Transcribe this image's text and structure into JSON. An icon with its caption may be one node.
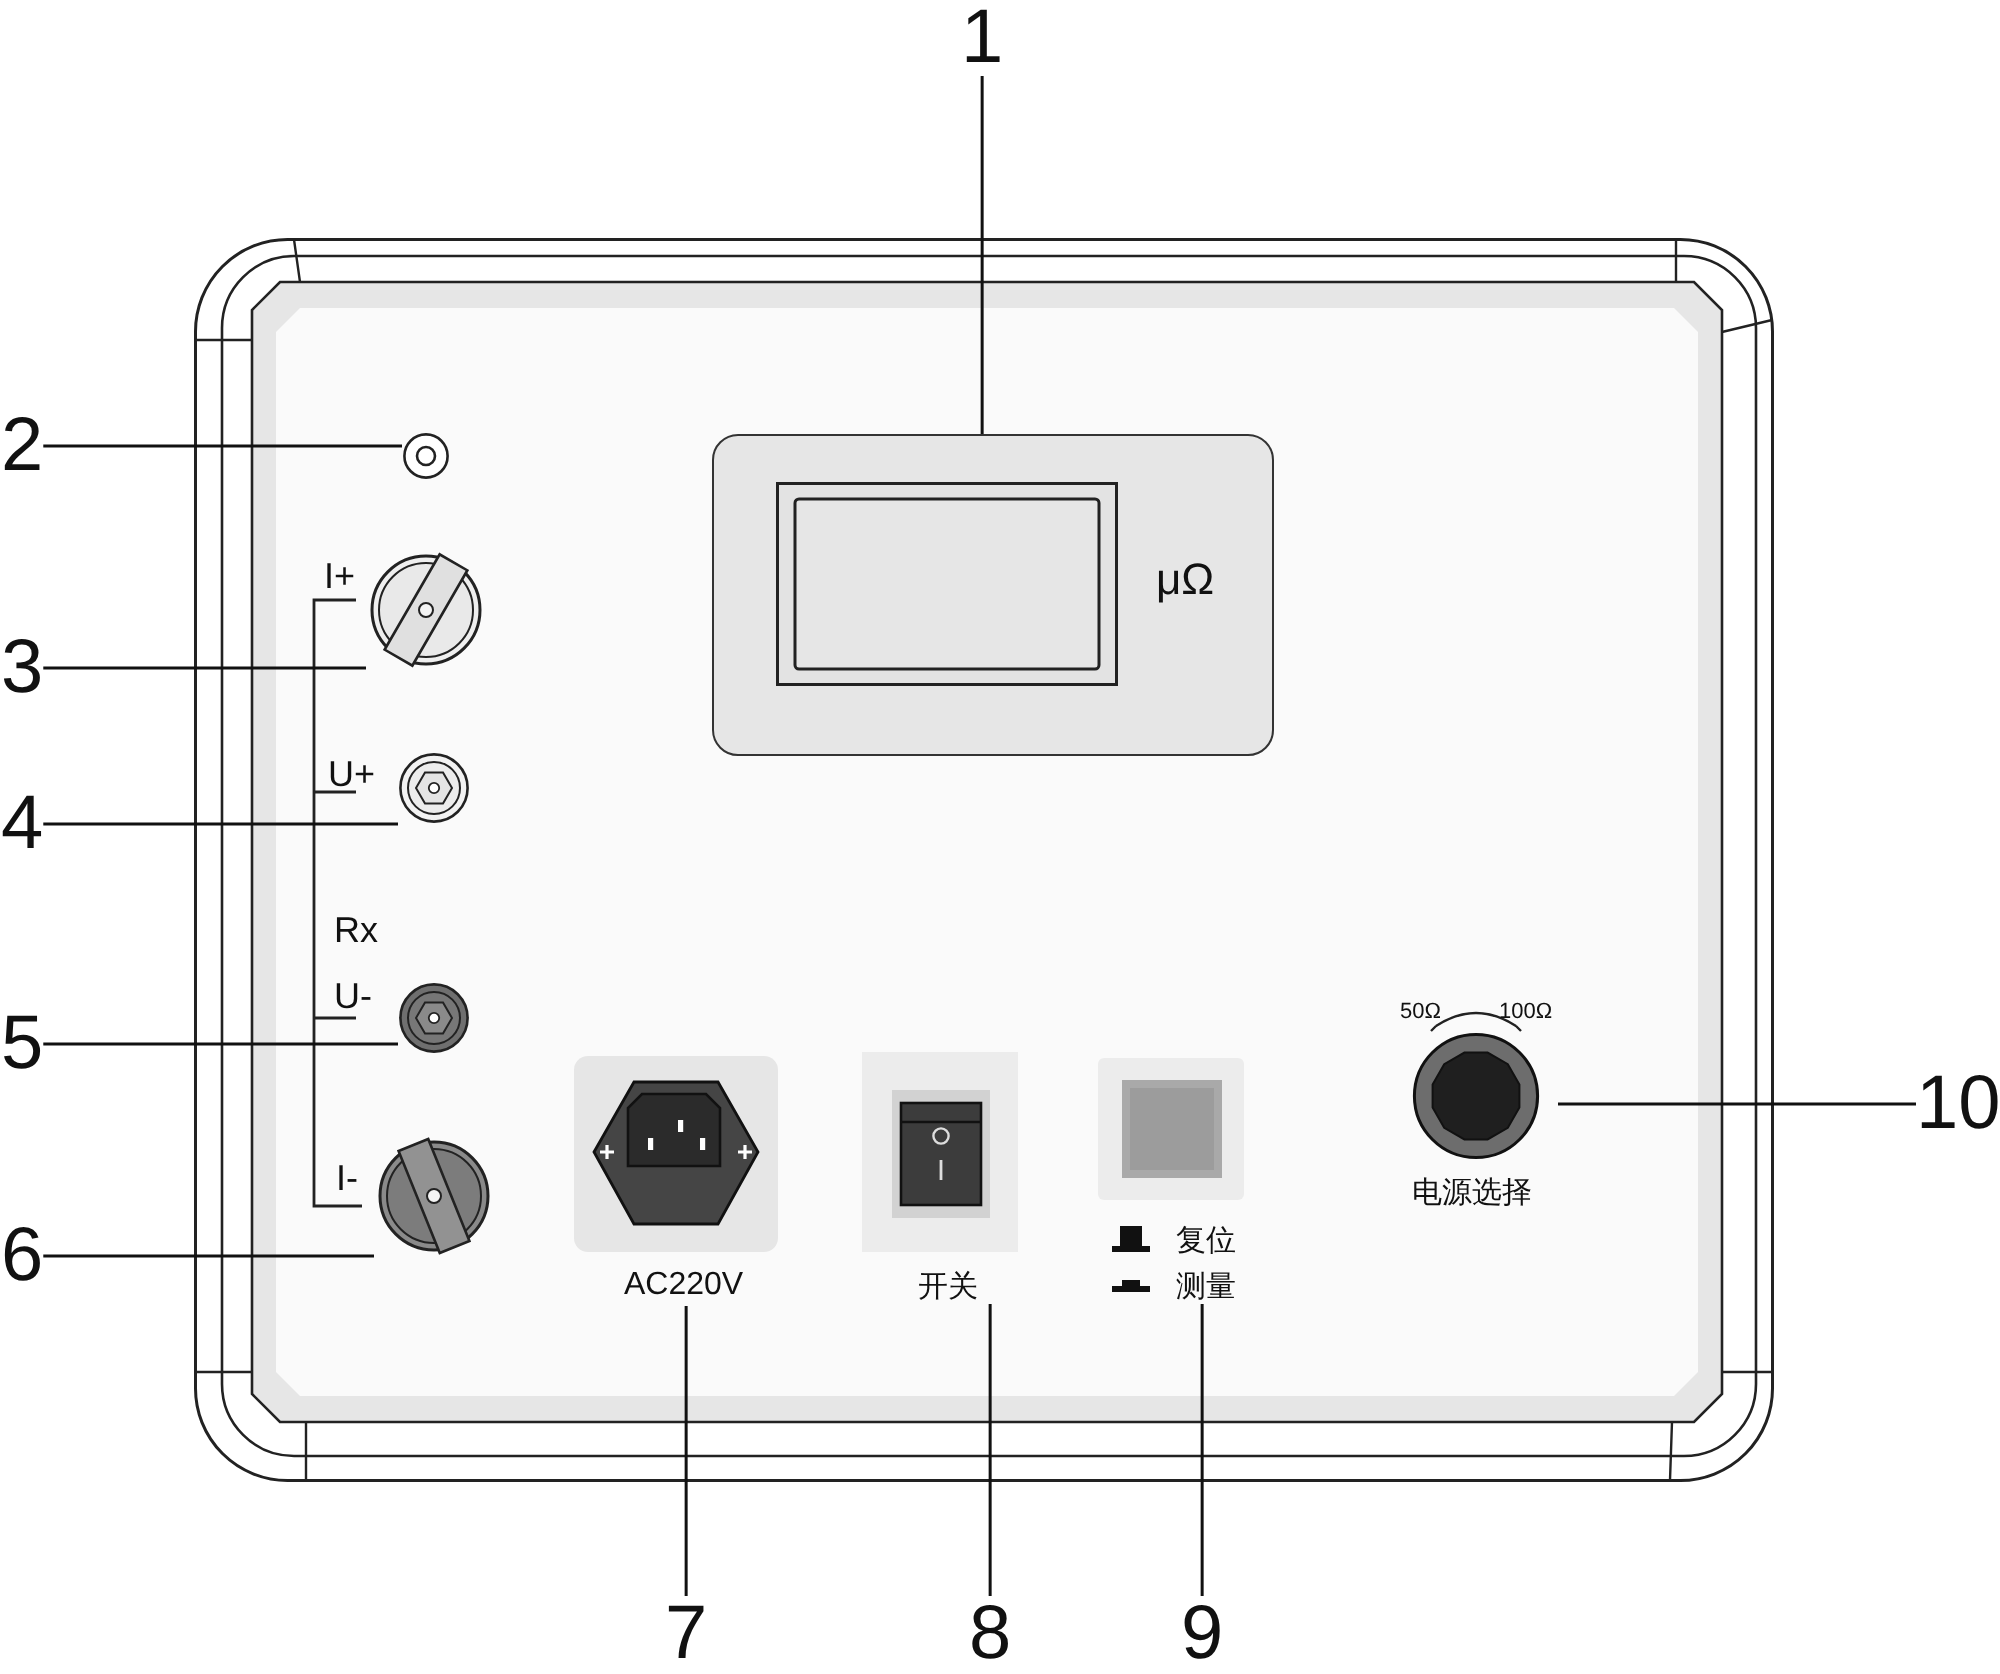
{
  "diagram": {
    "nodes": [
      {
        "text": [
          "1"
        ]
      },
      {
        "text": [],
        "shape": "box"
      },
      {
        "text": [
          "μΩ"
        ],
        "in": 1
      },
      {
        "text": [
          "2"
        ]
      },
      {
        "text": [],
        "shape": "circle",
        "in": 1
      },
      {
        "text": [
          "3"
        ]
      },
      {
        "text": [],
        "shape": "circle",
        "in": 1
      },
      {
        "text": [
          "4"
        ]
      },
      {
        "text": [],
        "shape": "circle",
        "in": 1
      },
      {
        "text": [
          "5"
        ]
      },
      {
        "text": [],
        "shape": "circle",
        "in": 1
      },
      {
        "text": [
          "6"
        ]
      },
      {
        "text": [],
        "shape": "circle",
        "in": 1
      },
      {
        "text": [
          "AC220V"
        ],
        "in": 1
      },
      {
        "text": [
          "开关"
        ],
        "in": 1
      },
      {
        "text": [
          "复位",
          "测量"
        ],
        "in": 1
      },
      {
        "text": [
          "电源选择"
        ],
        "beside": [
          "50Ω",
          "100Ω"
        ],
        "in": 1
      },
      {
        "text": [
          "10"
        ]
      },
      {
        "text": [
          "7"
        ]
      },
      {
        "text": [
          "8"
        ]
      },
      {
        "text": [
          "9"
        ]
      }
    ],
    "edges": [
      {
        "from": 0,
        "to": 2,
        "arrow": "none"
      },
      {
        "from": 3,
        "to": 4,
        "arrow": "none"
      },
      {
        "from": 5,
        "to": 6,
        "arrow": "none"
      },
      {
        "from": 7,
        "to": 8,
        "arrow": "none"
      },
      {
        "from": 9,
        "to": 10,
        "arrow": "none"
      },
      {
        "from": 11,
        "to": 12,
        "arrow": "none"
      },
      {
        "from": 17,
        "to": 16,
        "arrow": "none"
      },
      {
        "from": 18,
        "to": 13,
        "arrow": "none"
      },
      {
        "from": 19,
        "to": 14,
        "arrow": "none"
      },
      {
        "from": 20,
        "to": 15,
        "arrow": "none"
      }
    ],
    "labels": [
      "I+",
      "U+",
      "Rx",
      "U-",
      "I-"
    ]
  }
}
